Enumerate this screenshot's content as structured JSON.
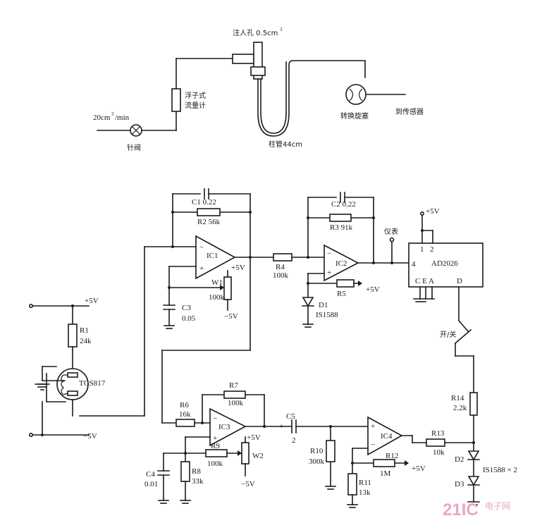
{
  "top": {
    "injection_port": "注人孔 0.5cm",
    "injection_sup": "3",
    "flow_rate": "20cm",
    "flow_rate_sup": "3",
    "flow_rate_unit": "/min",
    "flowmeter_1": "浮子式",
    "flowmeter_2": "流量计",
    "needle_valve": "针阀",
    "column": "柱管44cm",
    "switch_valve": "转换旋塞",
    "to_sensor": "到传感器"
  },
  "labels": {
    "c1": "C1  0.22",
    "r2": "R2  56k",
    "c2": "C2  0.22",
    "r3": "R3  91k",
    "ic1": "IC1",
    "ic2": "IC2",
    "ic3": "IC3",
    "ic4": "IC4",
    "plus5_ic1": "+5V",
    "w1": "W1",
    "w1_val": "100k",
    "minus5_w1": "−5V",
    "c3": "C3",
    "c3_val": "0.05",
    "r4": "R4",
    "r4_val": "100k",
    "r5": "R5",
    "plus5_r5": "+5V",
    "d1": "D1",
    "d1_val": "IS1588",
    "meter": "仪表",
    "plus5_ad": "+5V",
    "ad_p1": "1",
    "ad_p2": "2",
    "ad_p4": "4",
    "ad_name": "AD2026",
    "ad_cea": "C E A",
    "ad_d": "D",
    "switch": "开/关",
    "r14": "R14",
    "r14_val": "2.2k",
    "d2": "D2",
    "d3": "D3",
    "d_val": "IS1588 × 2",
    "r1": "R1",
    "r1_val": "24k",
    "plus5_r1": "+5V",
    "tgs": "TGS817",
    "minus5_tgs": "−5V",
    "r6": "R6",
    "r6_val": "16k",
    "r7": "R7",
    "r7_val": "100k",
    "r9": "R9",
    "r9_val": "100k",
    "plus5_w2": "+5V",
    "w2": "W2",
    "minus5_w2": "−5V",
    "c4": "C4",
    "c4_val": "0.01",
    "r8": "R8",
    "r8_val": "33k",
    "c5": "C5",
    "c5_val": "2",
    "r10": "R10",
    "r10_val": "300k",
    "r11": "R11",
    "r11_val": "13k",
    "r12": "R12",
    "r12_val": "1M",
    "plus5_r12": "+5V",
    "r13": "R13",
    "r13_val": "10k"
  },
  "watermark": {
    "logo": "21IC",
    "sub": "电子网"
  }
}
